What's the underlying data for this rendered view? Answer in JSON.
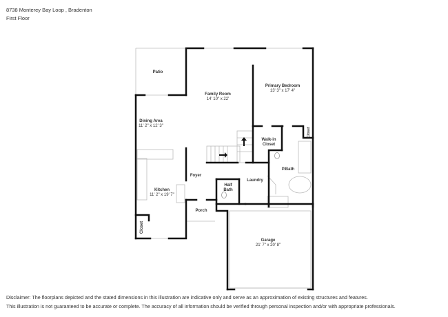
{
  "header": {
    "address": "8738 Monterey Bay Loop , Bradenton",
    "floor": "First Floor"
  },
  "rooms": [
    {
      "name": "Patio",
      "dims": ""
    },
    {
      "name": "Family Room",
      "dims": "14' 10\" x 22'"
    },
    {
      "name": "Primary Bedroom",
      "dims": "13' 3\" x 17' 4\""
    },
    {
      "name": "Dining Area",
      "dims": "11' 2\" x 12' 3\""
    },
    {
      "name": "Walk-in",
      "dims": "Closet"
    },
    {
      "name": "P.Bath",
      "dims": ""
    },
    {
      "name": "Foyer",
      "dims": ""
    },
    {
      "name": "Laundry",
      "dims": ""
    },
    {
      "name": "Half",
      "dims": "Bath"
    },
    {
      "name": "Kitchen",
      "dims": "11' 2\" x 19' 7\""
    },
    {
      "name": "Porch",
      "dims": ""
    },
    {
      "name": "Closet",
      "dims": ""
    },
    {
      "name": "Closet",
      "dims": ""
    },
    {
      "name": "Garage",
      "dims": "21' 7\" x 20' 8\""
    }
  ],
  "disclaimer": {
    "line1": "Disclaimer: The floorplans depicted and the stated dimensions in this illustration are indicative only and serve as an approximation of existing structures and features.",
    "line2": "This illustration is not guaranteed to be accurate or complete. The accuracy of all information should be verified through personal inspection and/or with appropriate professionals."
  },
  "colors": {
    "wall": "#111111",
    "thin": "#bbbbbb",
    "text": "#333333"
  }
}
